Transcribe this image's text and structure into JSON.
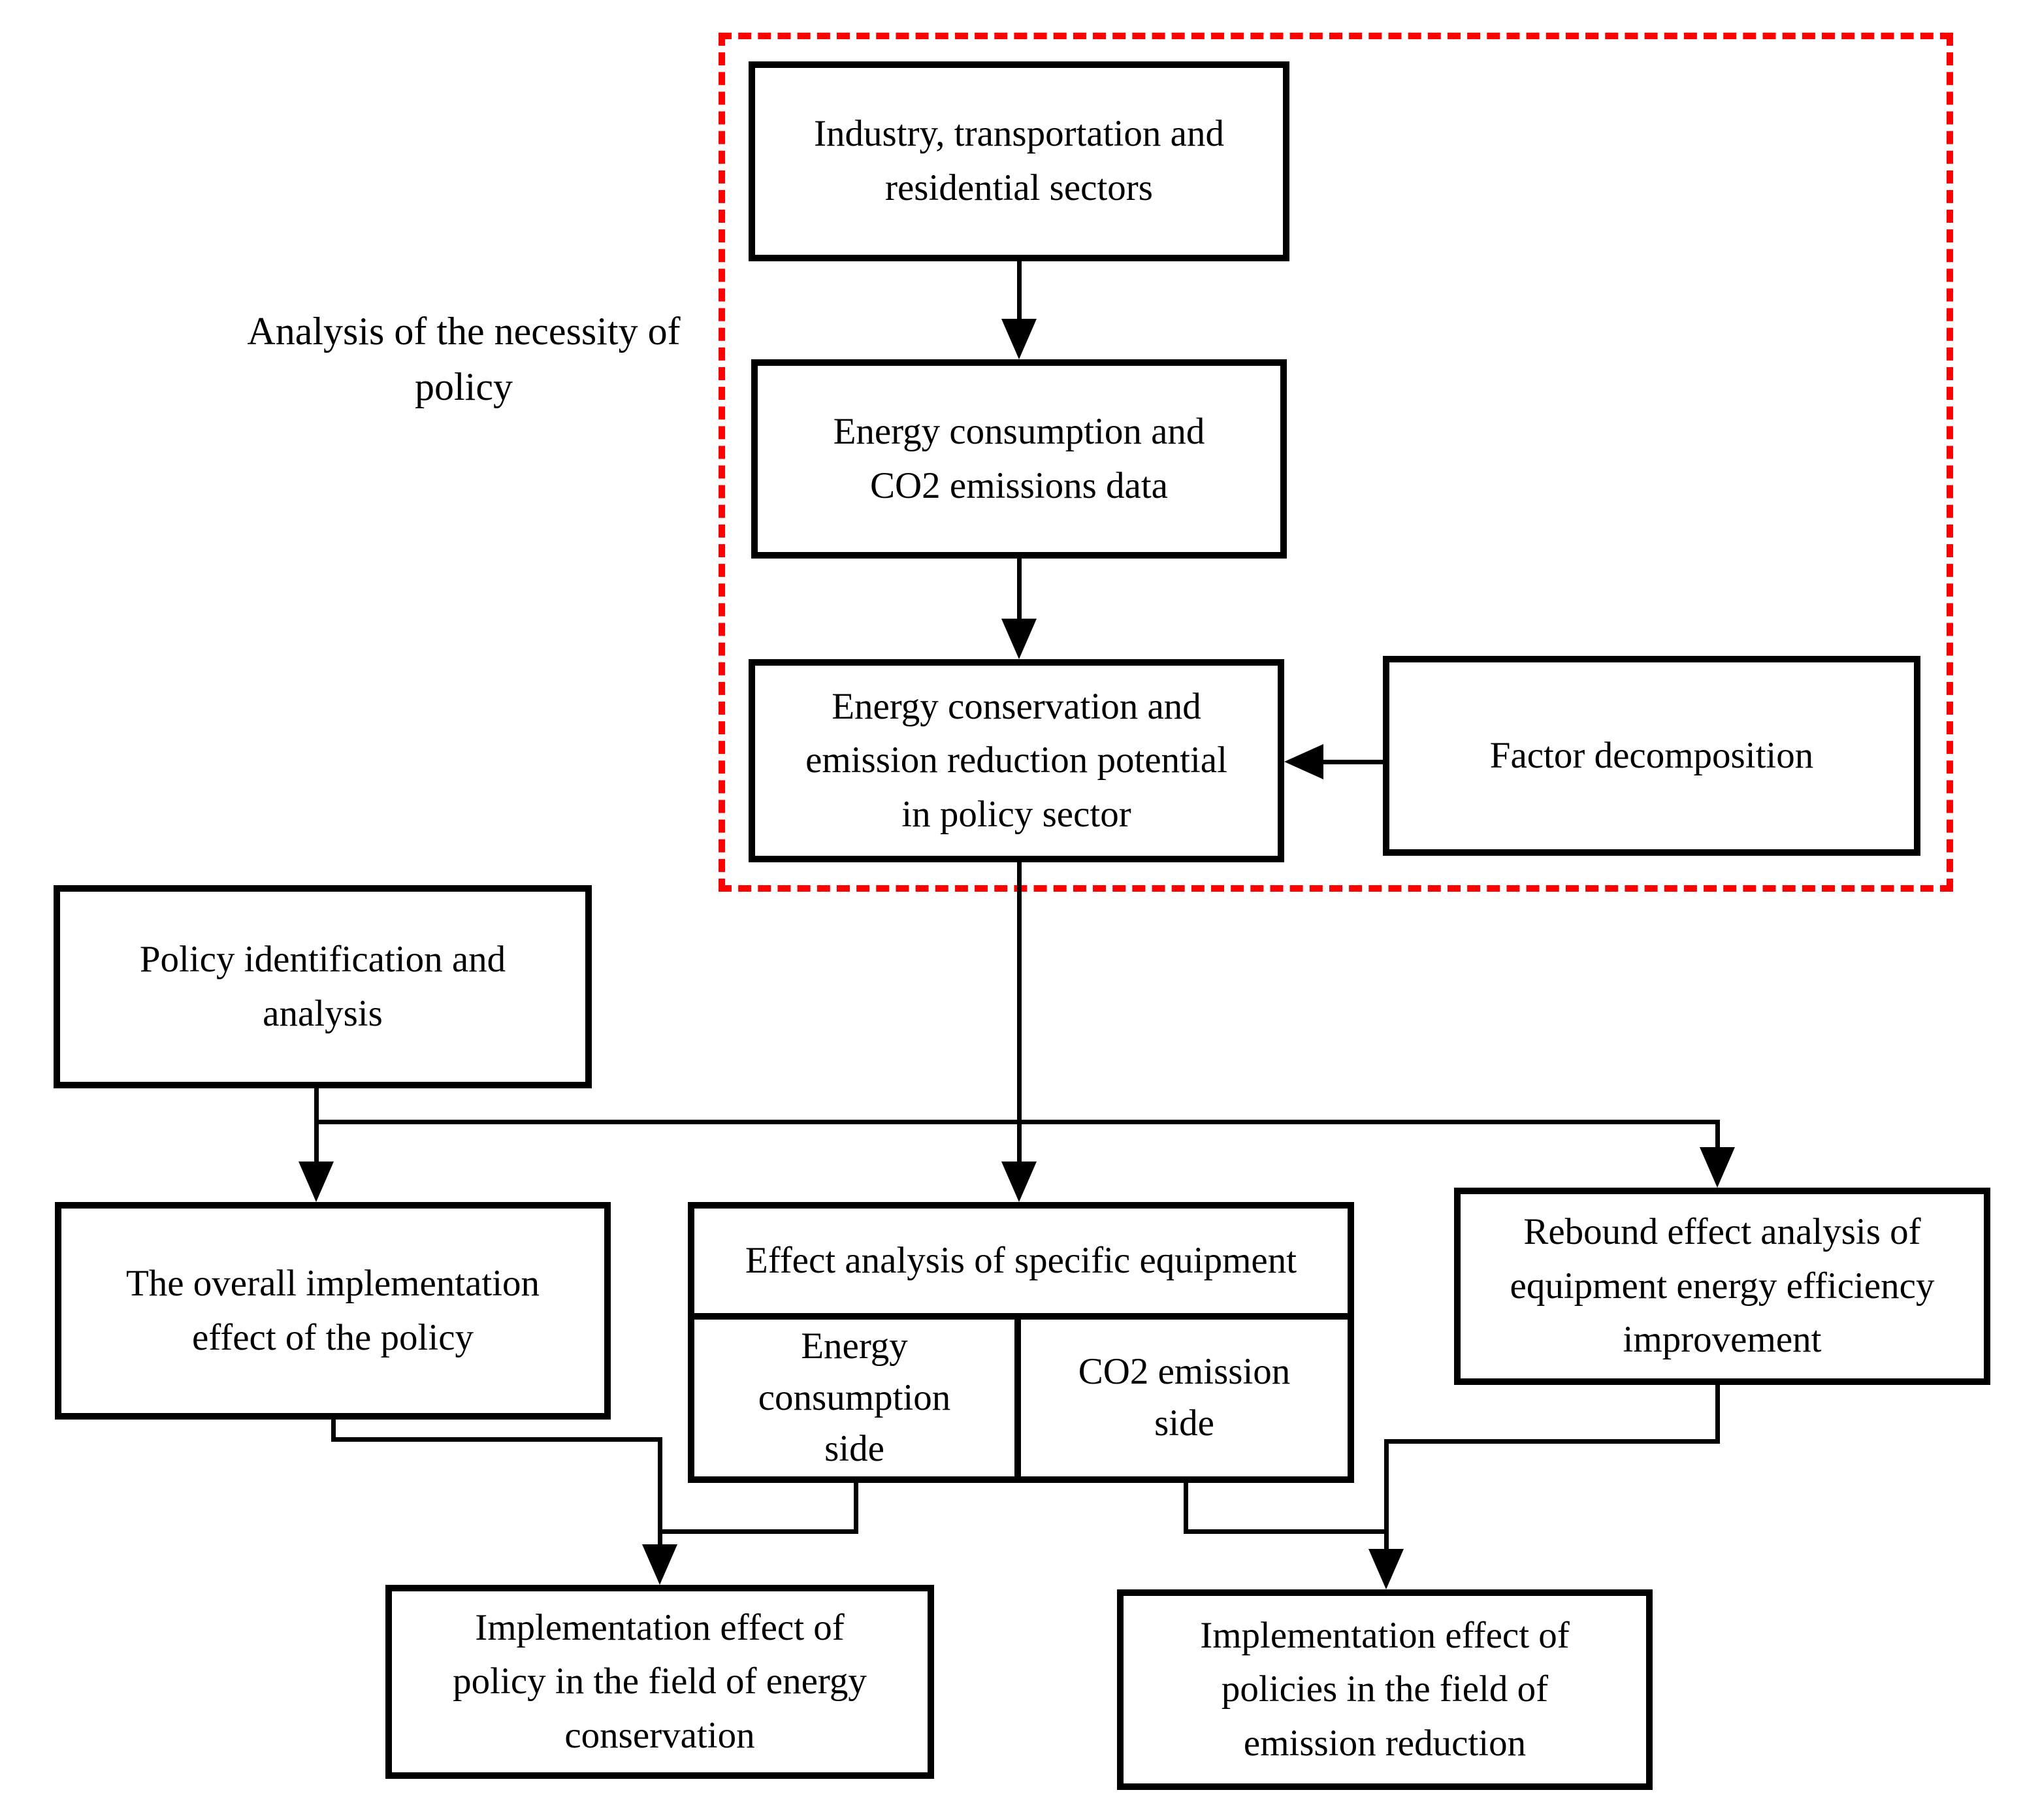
{
  "figure": {
    "region_label": "Analysis of the necessity of policy",
    "nodes": {
      "sectors": "Industry, transportation and residential sectors",
      "energy_co2_data": "Energy consumption and CO2 emissions data",
      "potential": "Energy conservation and emission reduction potential in policy sector",
      "factor_decomposition": "Factor decomposition",
      "policy_identification": "Policy identification and analysis",
      "overall_effect": "The overall implementation effect of the policy",
      "equipment_effect_header": "Effect analysis of specific equipment",
      "energy_consumption_side": "Energy consumption side",
      "co2_emission_side": "CO2 emission side",
      "rebound_effect": "Rebound effect analysis of equipment energy efficiency improvement",
      "implementation_energy": "Implementation effect of policy in the field of energy conservation",
      "implementation_emission": "Implementation effect of policies in the field of emission reduction"
    },
    "colors": {
      "background": "#ffffff",
      "box_border": "#000000",
      "text": "#000000",
      "connector": "#000000",
      "dashed_region_border": "#ff0000"
    }
  }
}
